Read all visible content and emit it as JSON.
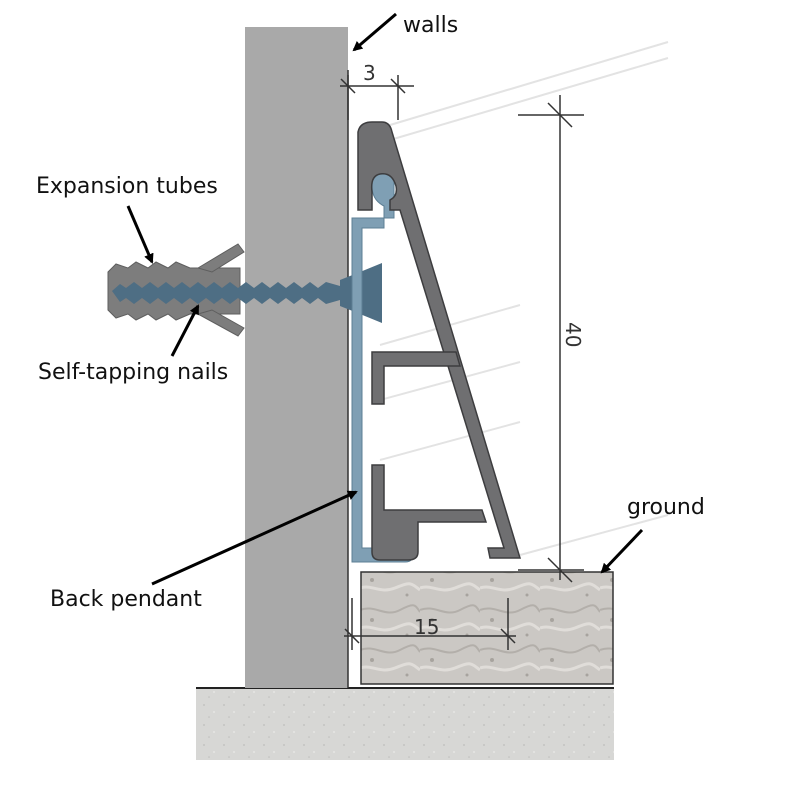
{
  "labels": {
    "walls": "walls",
    "expansion_tubes": "Expansion tubes",
    "self_tapping_nails": "Self-tapping nails",
    "back_pendant": "Back pendant",
    "ground": "ground"
  },
  "dimensions": {
    "gap": "3",
    "height": "40",
    "depth": "15"
  },
  "colors": {
    "wall": "#a9a9a9",
    "profile": "#6f6f71",
    "pendant": "#7f9fb4",
    "nail": "#4e6e84",
    "tube": "#7d7d7d",
    "tile": "#c9c6c2",
    "concrete": "#d6d6d4"
  }
}
